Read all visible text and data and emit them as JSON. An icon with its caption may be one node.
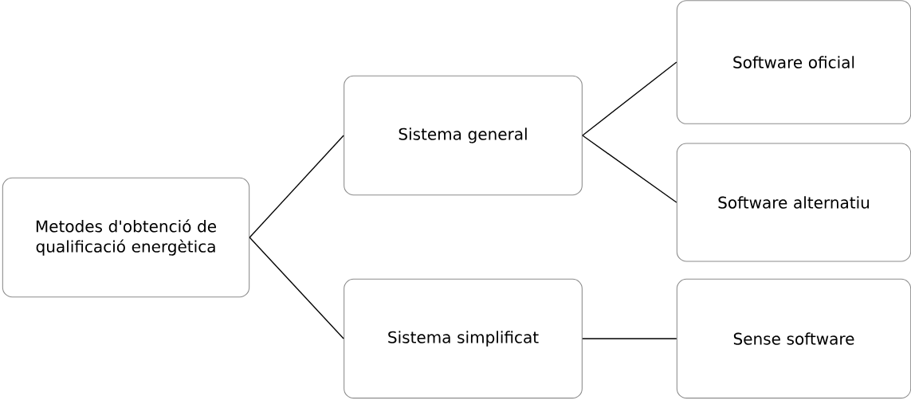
{
  "diagram": {
    "nodes": [
      {
        "text": [
          "Metodes d'obtenció de qualificació energètica"
        ]
      },
      {
        "text": [
          "Sistema general"
        ]
      },
      {
        "text": [
          "Sistema simplificat"
        ]
      },
      {
        "text": [
          "Software oficial"
        ]
      },
      {
        "text": [
          "Software alternatiu"
        ]
      },
      {
        "text": [
          "Sense software"
        ]
      }
    ],
    "edges": [
      {
        "from": 0,
        "to": 1,
        "arrow": "none"
      },
      {
        "from": 0,
        "to": 2,
        "arrow": "none"
      },
      {
        "from": 1,
        "to": 3,
        "arrow": "none"
      },
      {
        "from": 1,
        "to": 4,
        "arrow": "none"
      },
      {
        "from": 2,
        "to": 5,
        "arrow": "none"
      }
    ]
  }
}
